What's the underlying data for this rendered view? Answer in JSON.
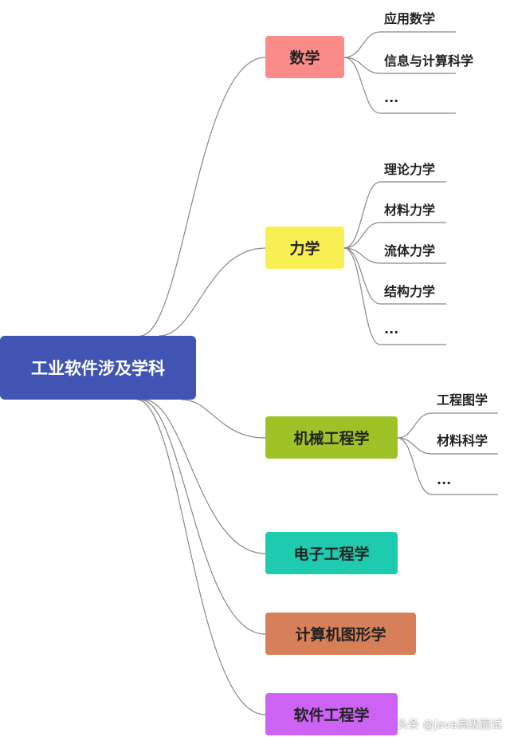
{
  "root": {
    "label": "工业软件涉及学科",
    "color": "#4054b3"
  },
  "branches": [
    {
      "label": "数学",
      "color": "#fb8b88",
      "children": [
        "应用数学",
        "信息与计算科学",
        "..."
      ]
    },
    {
      "label": "力学",
      "color": "#f8f052",
      "children": [
        "理论力学",
        "材料力学",
        "流体力学",
        "结构力学",
        "..."
      ]
    },
    {
      "label": "机械工程学",
      "color": "#9ec327",
      "children": [
        "工程图学",
        "材料科学",
        "..."
      ]
    },
    {
      "label": "电子工程学",
      "color": "#1ecbae",
      "children": []
    },
    {
      "label": "计算机图形学",
      "color": "#d67f59",
      "children": []
    },
    {
      "label": "软件工程学",
      "color": "#cc63f5",
      "children": []
    }
  ],
  "watermark": "头条 @java高级面试"
}
